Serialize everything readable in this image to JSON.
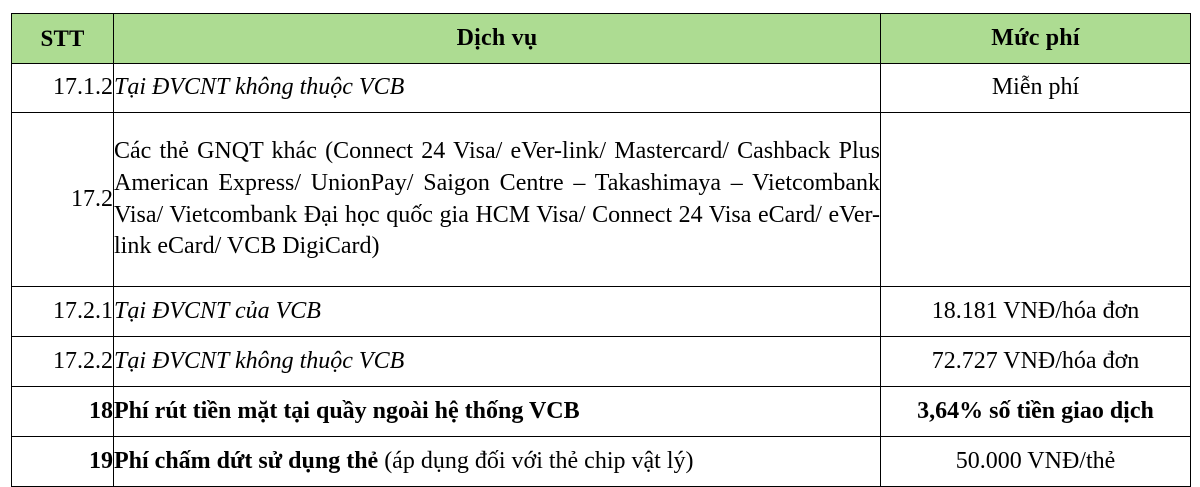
{
  "table": {
    "columns": [
      {
        "key": "stt",
        "label": "STT"
      },
      {
        "key": "service",
        "label": "Dịch vụ"
      },
      {
        "key": "fee",
        "label": "Mức phí"
      }
    ],
    "header_background": "#addc92",
    "rows": [
      {
        "stt": "17.1.2",
        "service": "Tại ĐVCNT không thuộc VCB",
        "fee": "Miễn phí"
      },
      {
        "stt": "17.2",
        "service": "Các thẻ GNQT khác (Connect 24 Visa/ eVer-link/ Mastercard/ Cashback Plus American Express/ UnionPay/ Saigon Centre – Takashimaya – Vietcombank Visa/ Vietcombank Đại học quốc gia HCM Visa/ Connect 24 Visa eCard/ eVer-link eCard/ VCB DigiCard)",
        "fee": ""
      },
      {
        "stt": "17.2.1",
        "service": "Tại ĐVCNT của VCB",
        "fee": "18.181 VNĐ/hóa đơn"
      },
      {
        "stt": "17.2.2",
        "service": "Tại ĐVCNT không thuộc VCB",
        "fee": "72.727 VNĐ/hóa đơn"
      },
      {
        "stt": "18",
        "service_bold": "Phí rút tiền mặt tại quầy ngoài hệ thống VCB",
        "service_note": "",
        "fee": "3,64% số tiền giao dịch"
      },
      {
        "stt": "19",
        "service_bold": "Phí chấm dứt sử dụng thẻ",
        "service_note": " (áp dụng đối với thẻ chip vật lý)",
        "fee": "50.000 VNĐ/thẻ"
      }
    ]
  }
}
